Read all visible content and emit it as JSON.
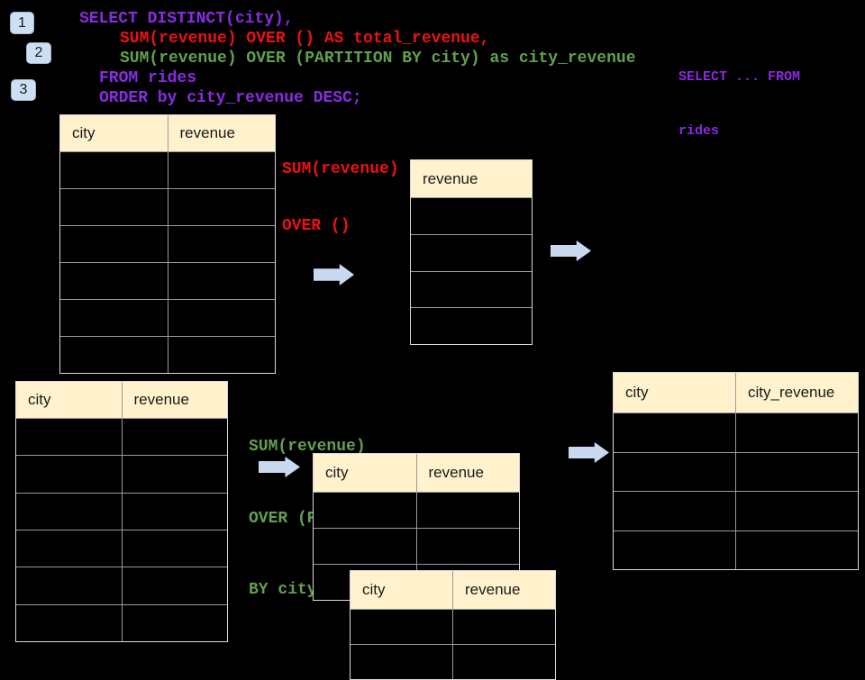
{
  "steps": [
    {
      "label": "1"
    },
    {
      "label": "2"
    },
    {
      "label": "3"
    }
  ],
  "sql": {
    "line1": "SELECT DISTINCT(city),",
    "line2": "SUM(revenue) OVER () AS total_revenue,",
    "line3": "SUM(revenue) OVER (PARTITION BY city) as city_revenue",
    "line4": "FROM rides",
    "line5": "ORDER by city_revenue DESC;"
  },
  "from_note": {
    "line1": "SELECT ... FROM",
    "line2": "rides"
  },
  "total_note": {
    "line1": "SUM(revenue)",
    "line2": "OVER ()"
  },
  "partition_note": {
    "line1": "SUM(revenue)",
    "line2": "OVER (PARTITION",
    "line3": "BY city)"
  },
  "tables": {
    "rides_top": {
      "col1": "city",
      "col2": "revenue"
    },
    "total_revenue": {
      "col1": "revenue"
    },
    "rides_bottom": {
      "col1": "city",
      "col2": "revenue"
    },
    "partition_a": {
      "col1": "city",
      "col2": "revenue"
    },
    "partition_b": {
      "col1": "city",
      "col2": "revenue"
    },
    "result": {
      "col1": "city",
      "col2": "city_revenue"
    }
  },
  "colors": {
    "background": "#000000",
    "sql_purple": "#8A2BE2",
    "sql_red": "#EE1111",
    "sql_green": "#61A14E",
    "table_header_bg": "#FFF2CC",
    "table_border": "#9a9a9a",
    "arrow_blue": "#C9DAF0",
    "badge_blue": "#CDE0F3"
  }
}
